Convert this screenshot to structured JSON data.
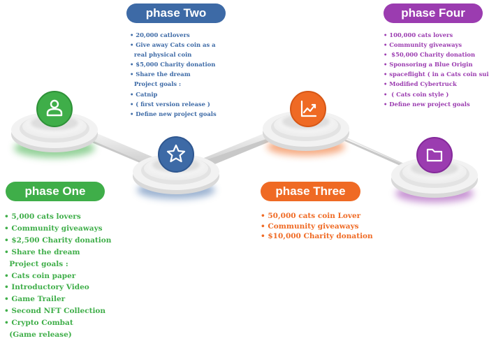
{
  "colors": {
    "phase_one": "#3fae49",
    "phase_two": "#3d6aa6",
    "phase_three": "#ef6a24",
    "phase_four": "#9b3cb0",
    "platform": "#e9e9e9",
    "connector": "#dedede"
  },
  "phases": [
    {
      "title": "phase One",
      "icon": "person-icon",
      "items": [
        "• 5,000 cats lovers",
        "• Community giveaways",
        "• $2,500 Charity donation",
        "• Share the dream",
        "  Project goals :",
        "• Cats coin paper",
        "• Introductory Video",
        "• Game Trailer",
        "• Second NFT Collection",
        "• Crypto Combat",
        "  (Game release)"
      ]
    },
    {
      "title": "phase Two",
      "icon": "star-icon",
      "items": [
        "• 20,000 catlovers",
        "• Give away Cats coin as a",
        "  real physical coin",
        "• $5,000 Charity donation",
        "• Share the dream",
        "  Project goals :",
        "• Catnip",
        "• ( first version release )",
        "• Define new project goals"
      ]
    },
    {
      "title": "phase Three",
      "icon": "chart-icon",
      "items": [
        "• 50,000 cats coin Lover",
        "• Community giveaways",
        "• $10,000 Charity donation"
      ]
    },
    {
      "title": "phase Four",
      "icon": "folder-icon",
      "items": [
        "• 100,000 cats lovers",
        "• Community giveaways",
        "•  $50,000 Charity donation",
        "• Sponsoring a Blue Origin",
        "• spaceflight ( in a Cats coin suit )",
        "• Modified Cybertruck",
        "•  ( Cats coin style )",
        "• Define new project goals"
      ]
    }
  ]
}
